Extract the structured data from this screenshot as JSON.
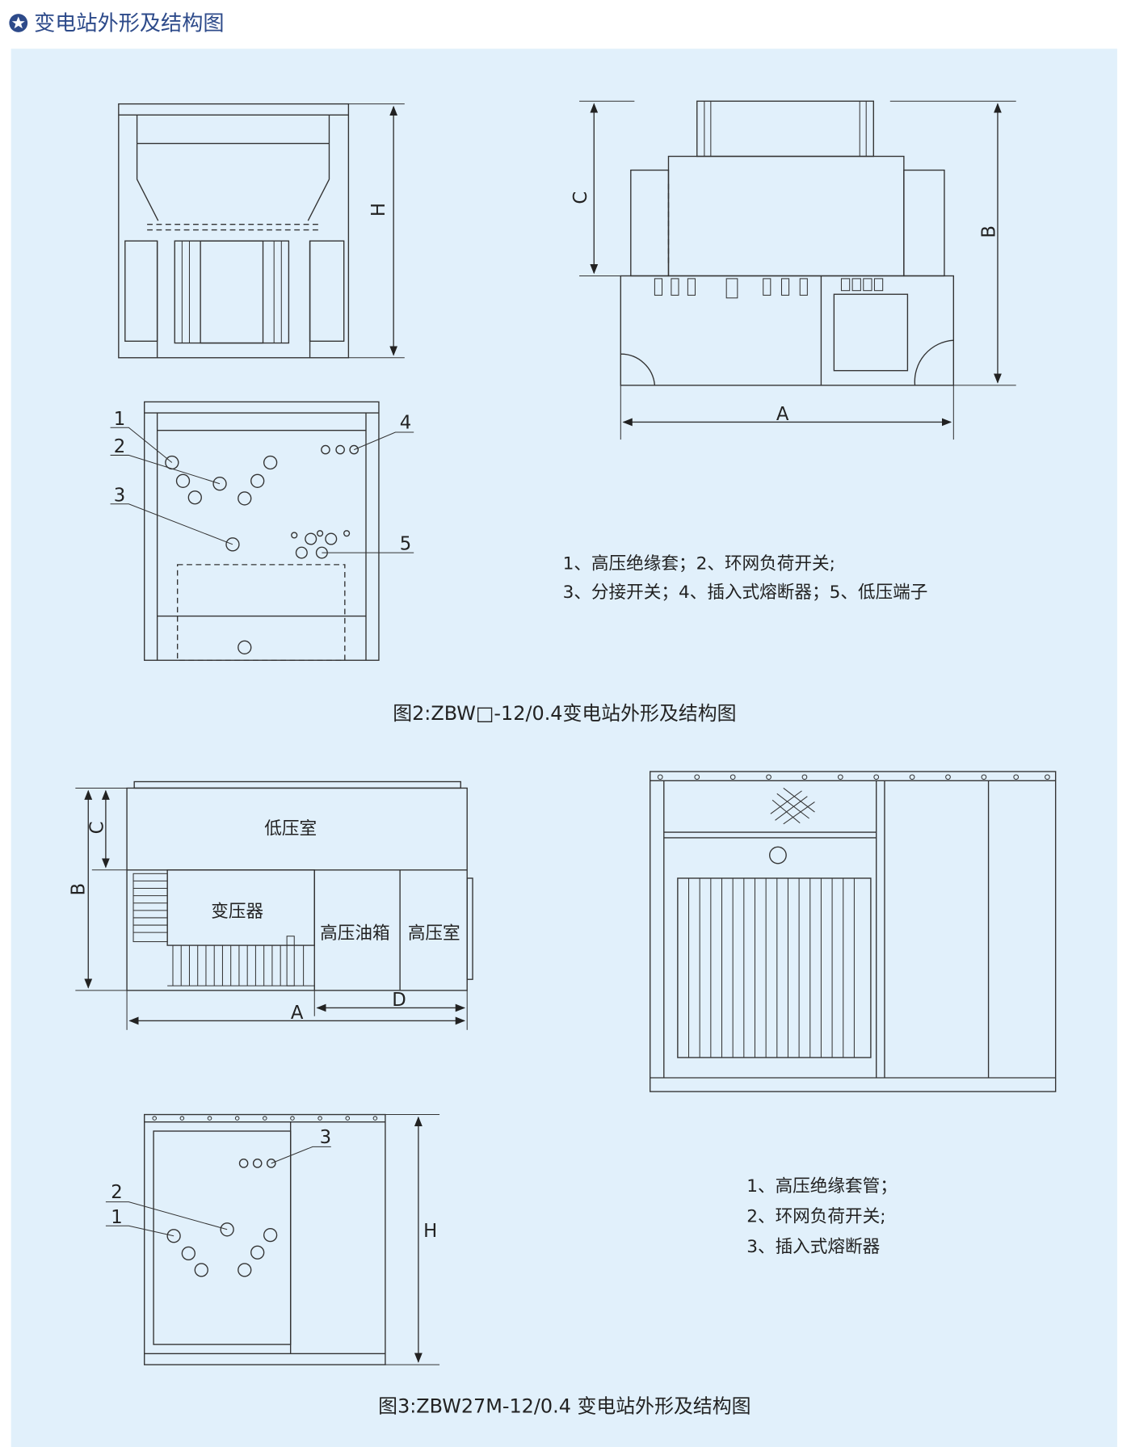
{
  "header": {
    "title": "变电站外形及结构图",
    "icon": "star-circle-icon",
    "color": "#2d4a8a"
  },
  "panel_color": "#e1f0fb",
  "figure2": {
    "caption": "图2:ZBW□-12/0.4变电站外形及结构图",
    "dims": {
      "H": "H",
      "C": "C",
      "B": "B",
      "A": "A"
    },
    "callouts": [
      "1",
      "2",
      "3",
      "4",
      "5"
    ],
    "legend": [
      "1、高压绝缘套；2、环网负荷开关;",
      "3、分接开关；4、插入式熔断器；5、低压端子"
    ]
  },
  "figure3": {
    "caption": "图3:ZBW27M-12/0.4 变电站外形及结构图",
    "dims": {
      "C": "C",
      "B": "B",
      "A": "A",
      "D": "D",
      "H": "H"
    },
    "rooms": {
      "low_voltage": "低压室",
      "transformer": "变压器",
      "hv_oil_tank": "高压油箱",
      "high_voltage": "高压室"
    },
    "callouts": [
      "1",
      "2",
      "3"
    ],
    "legend": [
      "1、高压绝缘套管；",
      "2、环网负荷开关;",
      "3、插入式熔断器"
    ]
  }
}
